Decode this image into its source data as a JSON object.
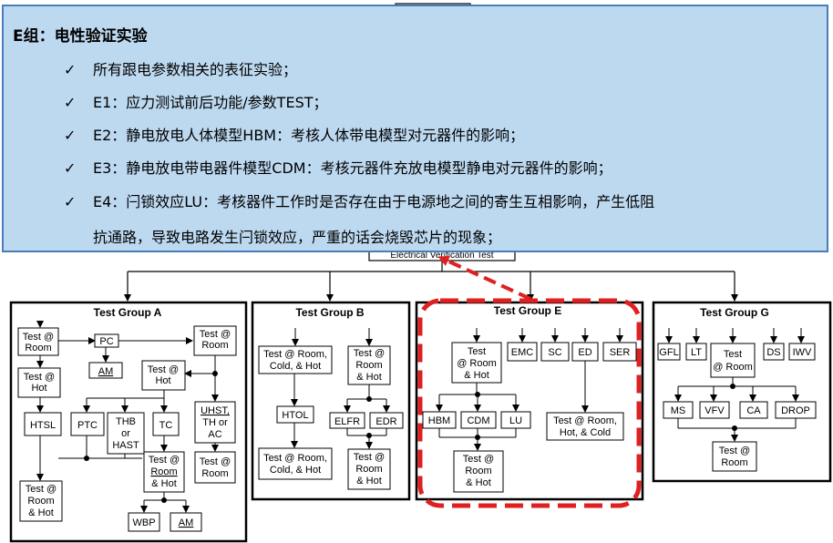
{
  "callout": {
    "title": "E组：电性验证实验",
    "check_glyph": "✓",
    "bullets": [
      "所有跟电参数相关的表征实验；",
      "E1：应力测试前后功能/参数TEST；",
      "E2：静电放电人体模型HBM：考核人体带电模型对元器件的影响；",
      "E3：静电放电带电器件模型CDM：考核元器件充放电模型静电对元器件的影响；",
      "E4：闩锁效应LU：考核器件工作时是否存在由于电源地之间的寄生互相影响，产生低阻"
    ],
    "continuation": "抗通路，导致电路发生闩锁效应，严重的话会烧毁芯片的现象；"
  },
  "flowchart": {
    "root_label": "Electrical Verification Test",
    "colors": {
      "line": "#000000",
      "highlight": "#e02020"
    },
    "groups": {
      "a": {
        "title": "Test Group A",
        "nodes": {
          "room_top": [
            "Test @",
            "Room"
          ],
          "pc": [
            "PC"
          ],
          "room_right": [
            "Test @",
            "Room"
          ],
          "am1": [
            "AM"
          ],
          "hot_mid": [
            "Test @",
            "Hot"
          ],
          "hot_left": [
            "Test @",
            "Hot"
          ],
          "htsl": [
            "HTSL"
          ],
          "ptc": [
            "PTC"
          ],
          "thb": [
            "THB",
            "or",
            "HAST"
          ],
          "tc": [
            "TC"
          ],
          "uhst": [
            "UHST,",
            "TH or",
            "AC"
          ],
          "room_bottom_left": [
            "Test @",
            "Room",
            "& Hot"
          ],
          "room_hot_mid": [
            "Test @",
            "Room",
            "& Hot"
          ],
          "room_right_bottom": [
            "Test @",
            "Room"
          ],
          "wbp": [
            "WBP"
          ],
          "am2": [
            "AM"
          ]
        }
      },
      "b": {
        "title": "Test Group B",
        "nodes": {
          "rch_left": [
            "Test @ Room,",
            "Cold, & Hot"
          ],
          "rh_right": [
            "Test @",
            "Room",
            "& Hot"
          ],
          "htol": [
            "HTOL"
          ],
          "elfr": [
            "ELFR"
          ],
          "edr": [
            "EDR"
          ],
          "rch_bottom": [
            "Test @ Room,",
            "Cold, & Hot"
          ],
          "rh_bottom": [
            "Test @",
            "Room",
            "& Hot"
          ]
        }
      },
      "e": {
        "title": "Test Group E",
        "nodes": {
          "rh_top": [
            "Test",
            "@ Room",
            "& Hot"
          ],
          "emc": [
            "EMC"
          ],
          "sc": [
            "SC"
          ],
          "ed": [
            "ED"
          ],
          "ser": [
            "SER"
          ],
          "hbm": [
            "HBM"
          ],
          "cdm": [
            "CDM"
          ],
          "lu": [
            "LU"
          ],
          "rhc": [
            "Test @ Room,",
            "Hot, & Cold"
          ],
          "rh_bottom": [
            "Test @",
            "Room",
            "& Hot"
          ]
        }
      },
      "g": {
        "title": "Test Group G",
        "nodes": {
          "gfl": [
            "GFL"
          ],
          "lt": [
            "LT"
          ],
          "room_top": [
            "Test",
            "@ Room"
          ],
          "ds": [
            "DS"
          ],
          "iwv": [
            "IWV"
          ],
          "ms": [
            "MS"
          ],
          "vfv": [
            "VFV"
          ],
          "ca": [
            "CA"
          ],
          "drop": [
            "DROP"
          ],
          "room_bottom": [
            "Test @",
            "Room"
          ]
        }
      }
    }
  }
}
